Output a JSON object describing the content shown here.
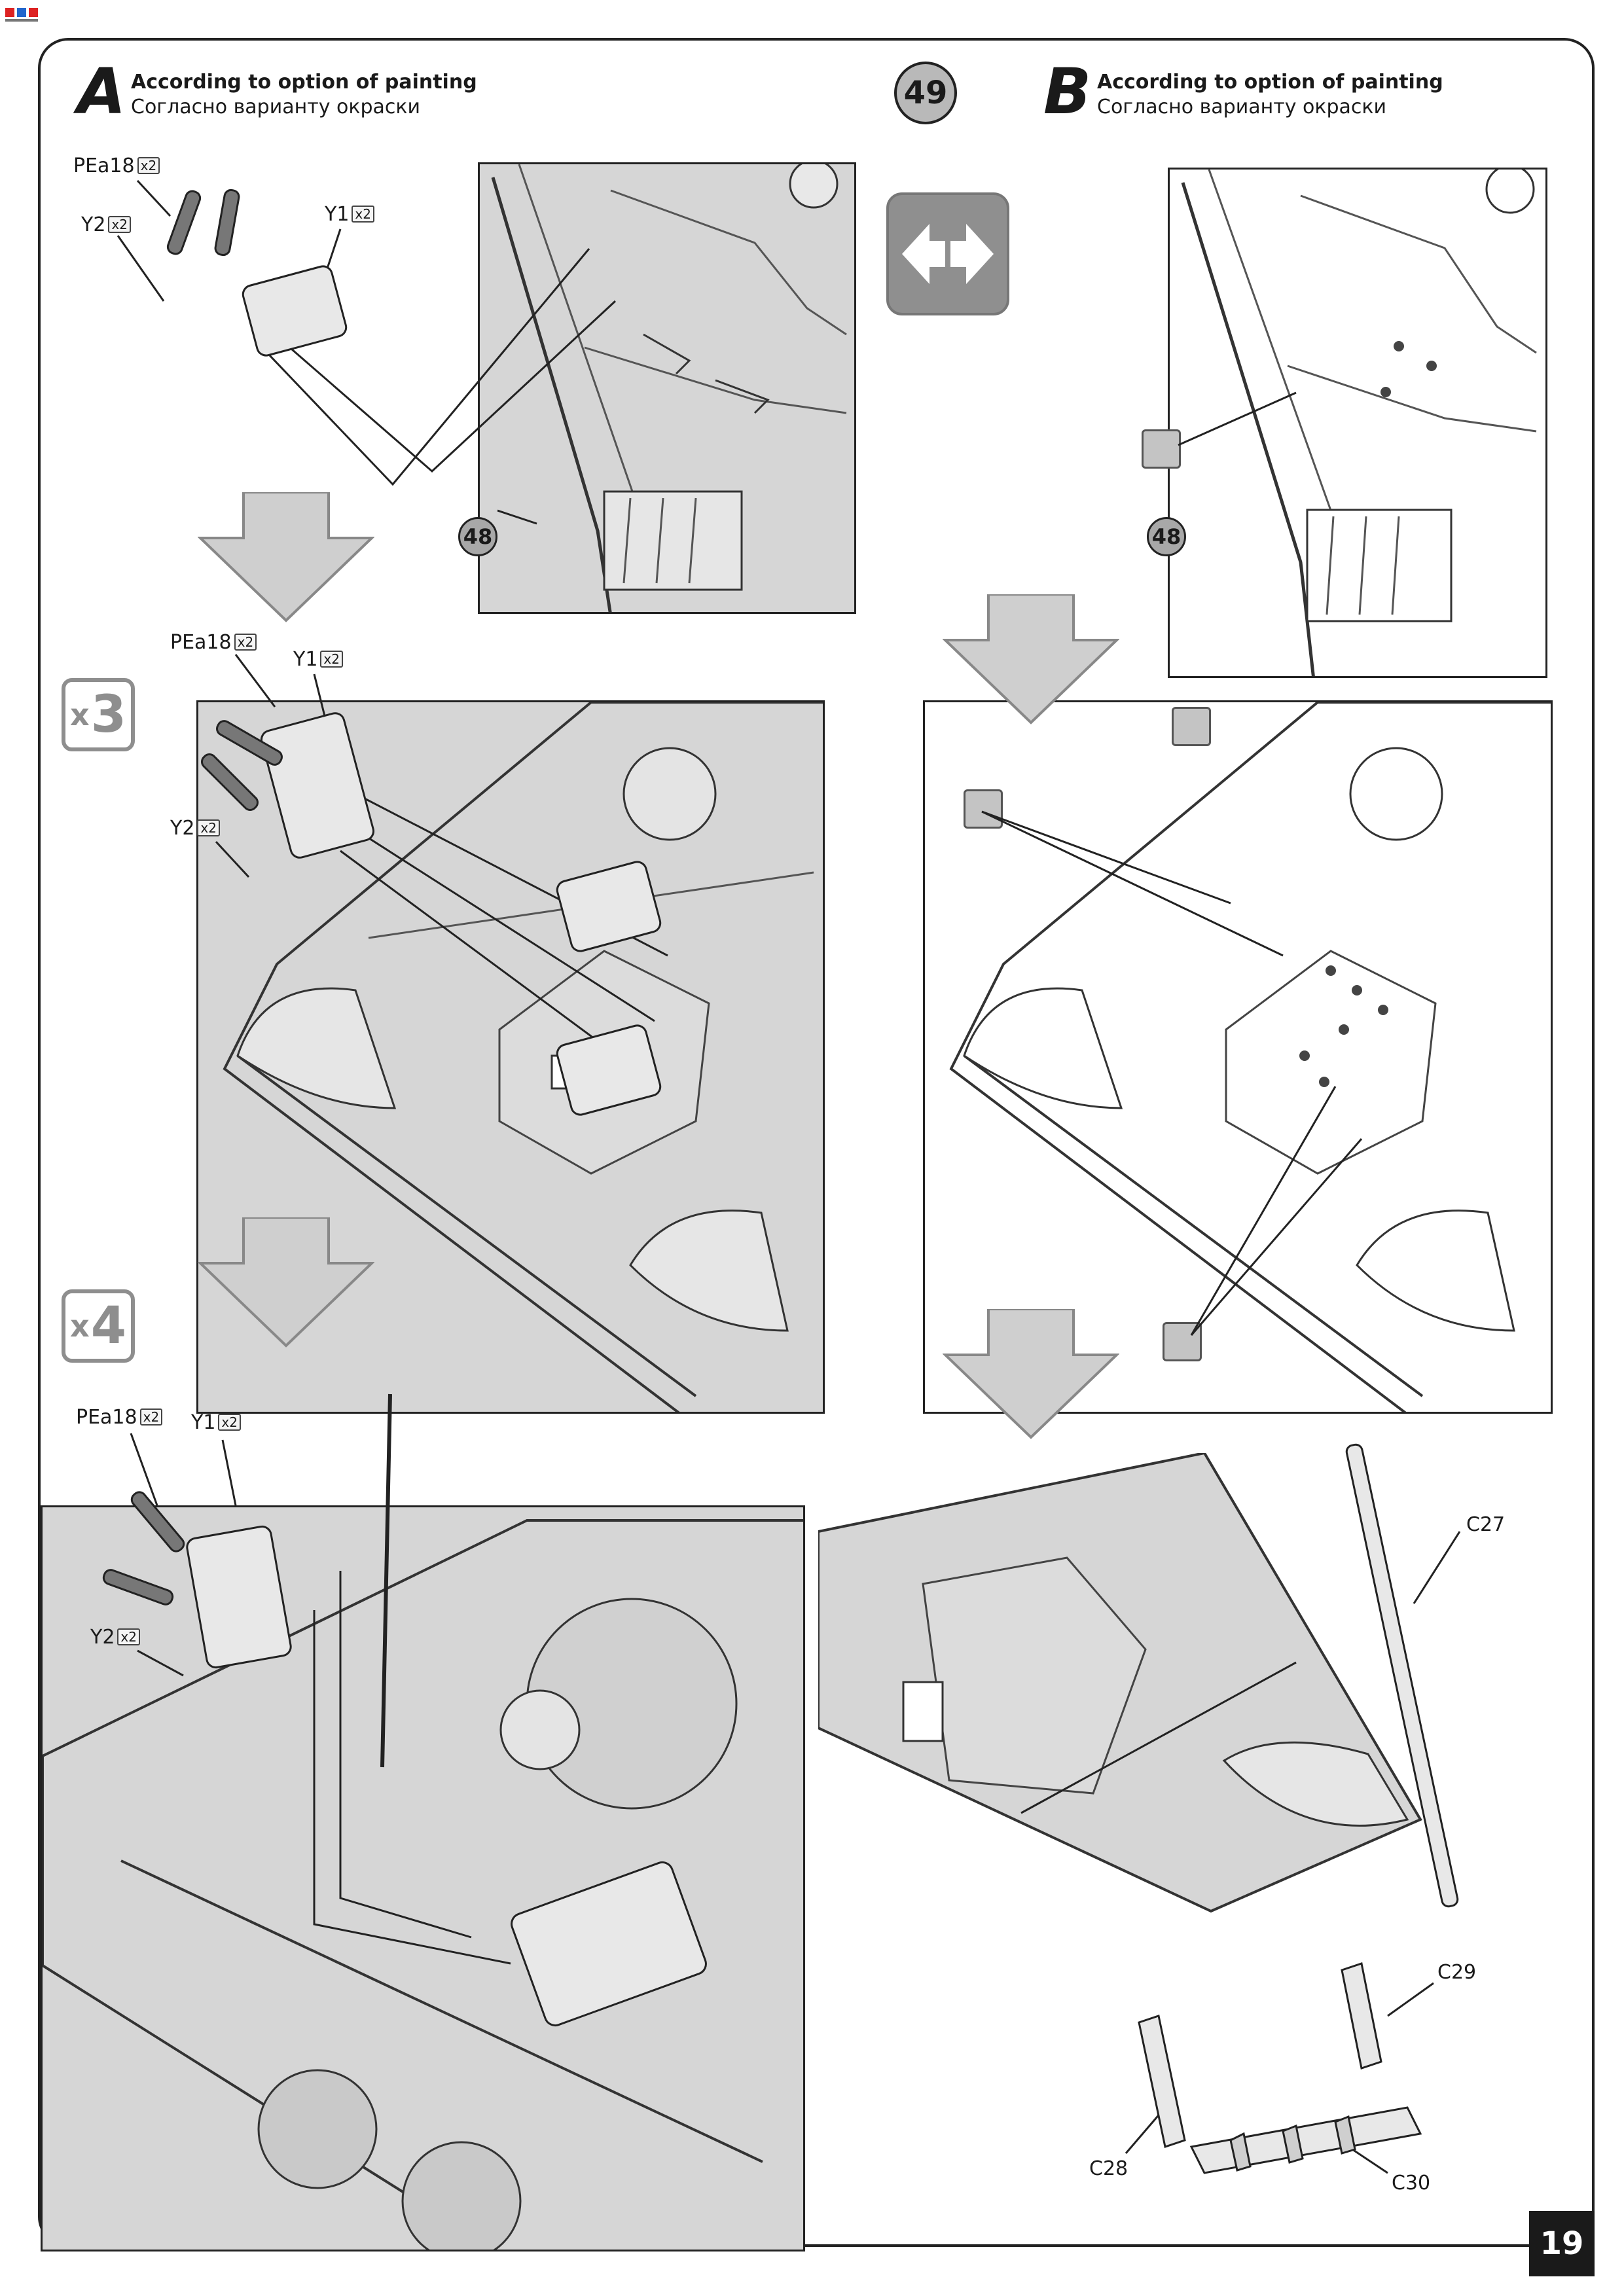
{
  "page": {
    "step_number": "49",
    "page_number": "19"
  },
  "option_a": {
    "letter": "A",
    "title_en": "According to option of painting",
    "title_ru": "Согласно варианту окраски"
  },
  "option_b": {
    "letter": "B",
    "title_en": "According to option of painting",
    "title_ru": "Согласно варианту окраски"
  },
  "multipliers": {
    "x3": {
      "x": "x",
      "n": "3"
    },
    "x4": {
      "x": "x",
      "n": "4"
    }
  },
  "refs": {
    "prev_step": "48"
  },
  "parts": {
    "pea18": "PEa18",
    "y1": "Y1",
    "y2": "Y2",
    "qty2": "x2",
    "c27": "C27",
    "c28": "C28",
    "c29": "C29",
    "c30": "C30"
  },
  "icons": {
    "flip": "flip-view-icon",
    "paint": "paint-brush-icon",
    "arrow": "assembly-arrow-icon",
    "brand": "brand-logo-icon"
  },
  "colors": {
    "panel_grey": "#d6d6d6",
    "arrow_grey": "#cfcfcf",
    "icon_grey": "#8e8e8e",
    "line": "#222222"
  }
}
